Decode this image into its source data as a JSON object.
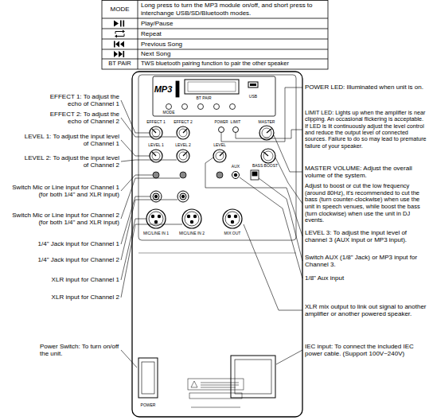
{
  "diagram": {
    "labels": [
      "MODE",
      "Long press to turn the MP3 module on/off, and short press to interchange USB/SD/Bluetooth modes.",
      "Play/Pause",
      "Repeat",
      "Previous Song",
      "Next Song",
      "BT PAIR",
      "TWS bluetooth pairing function to pair the other speaker",
      "EFFECT 1: To adjust the echo of Channel 1",
      "EFFECT 2: To adjust the echo of Channel 2",
      "LEVEL 1: To adjust the input level of Channel 1",
      "LEVEL 2: To adjust the input level of Channel 2",
      "Switch Mic or Line input for Channel 1 (for both 1/4\" and XLR input)",
      "Switch Mic or Line input for Channel 2 (for both 1/4\" and XLR input)",
      "1/4\" Jack input for Channel 1",
      "1/4\" Jack input for Channel 2",
      "XLR input for Channel 1",
      "XLR input for Channel 2",
      "Power Switch: To turn on/off the unit.",
      "POWER LED: Illuminated when unit is on.",
      "LIMIT LED: Lights up when the amplifier is near clipping. An occasional flickering is acceptable. If LED is lit continuously adjust the level control and reduce the output level of connected sources. Failure to do so may lead to premature failure of your speaker.",
      "MASTER VOLUME: Adjust the overall volume of the system.",
      "Adjust to boost or cut the low frequency (around 80Hz), it's recommended to cut the bass (turn counter-clockwise) when use the unit in speech venues, while boost the bass (turn clockwise) when use the unit in DJ events.",
      "LEVEL 3: To adjust the input level of channel 3 (AUX input or MP3 input).",
      "Switch AUX (1/8\" Jack) or MP3 input for Channel 3.",
      "1/8\" Aux input",
      "XLR mix output to link out signal to another amplifier or another powered speaker.",
      "IEC input: To connect the included IEC power cable. (Support 100V~240V)",
      "MP3",
      "MODE",
      "BT PAIR",
      "USB",
      "EFFECT 1",
      "EFFECT 2",
      "POWER",
      "LIMIT",
      "MASTER",
      "LEVEL 1",
      "LEVEL 2",
      "LEVEL",
      "BASS BOOST",
      "AUX",
      "MIC/LINE IN 1",
      "MIC/LINE IN 2",
      "MIX OUT",
      "POWER"
    ]
  }
}
